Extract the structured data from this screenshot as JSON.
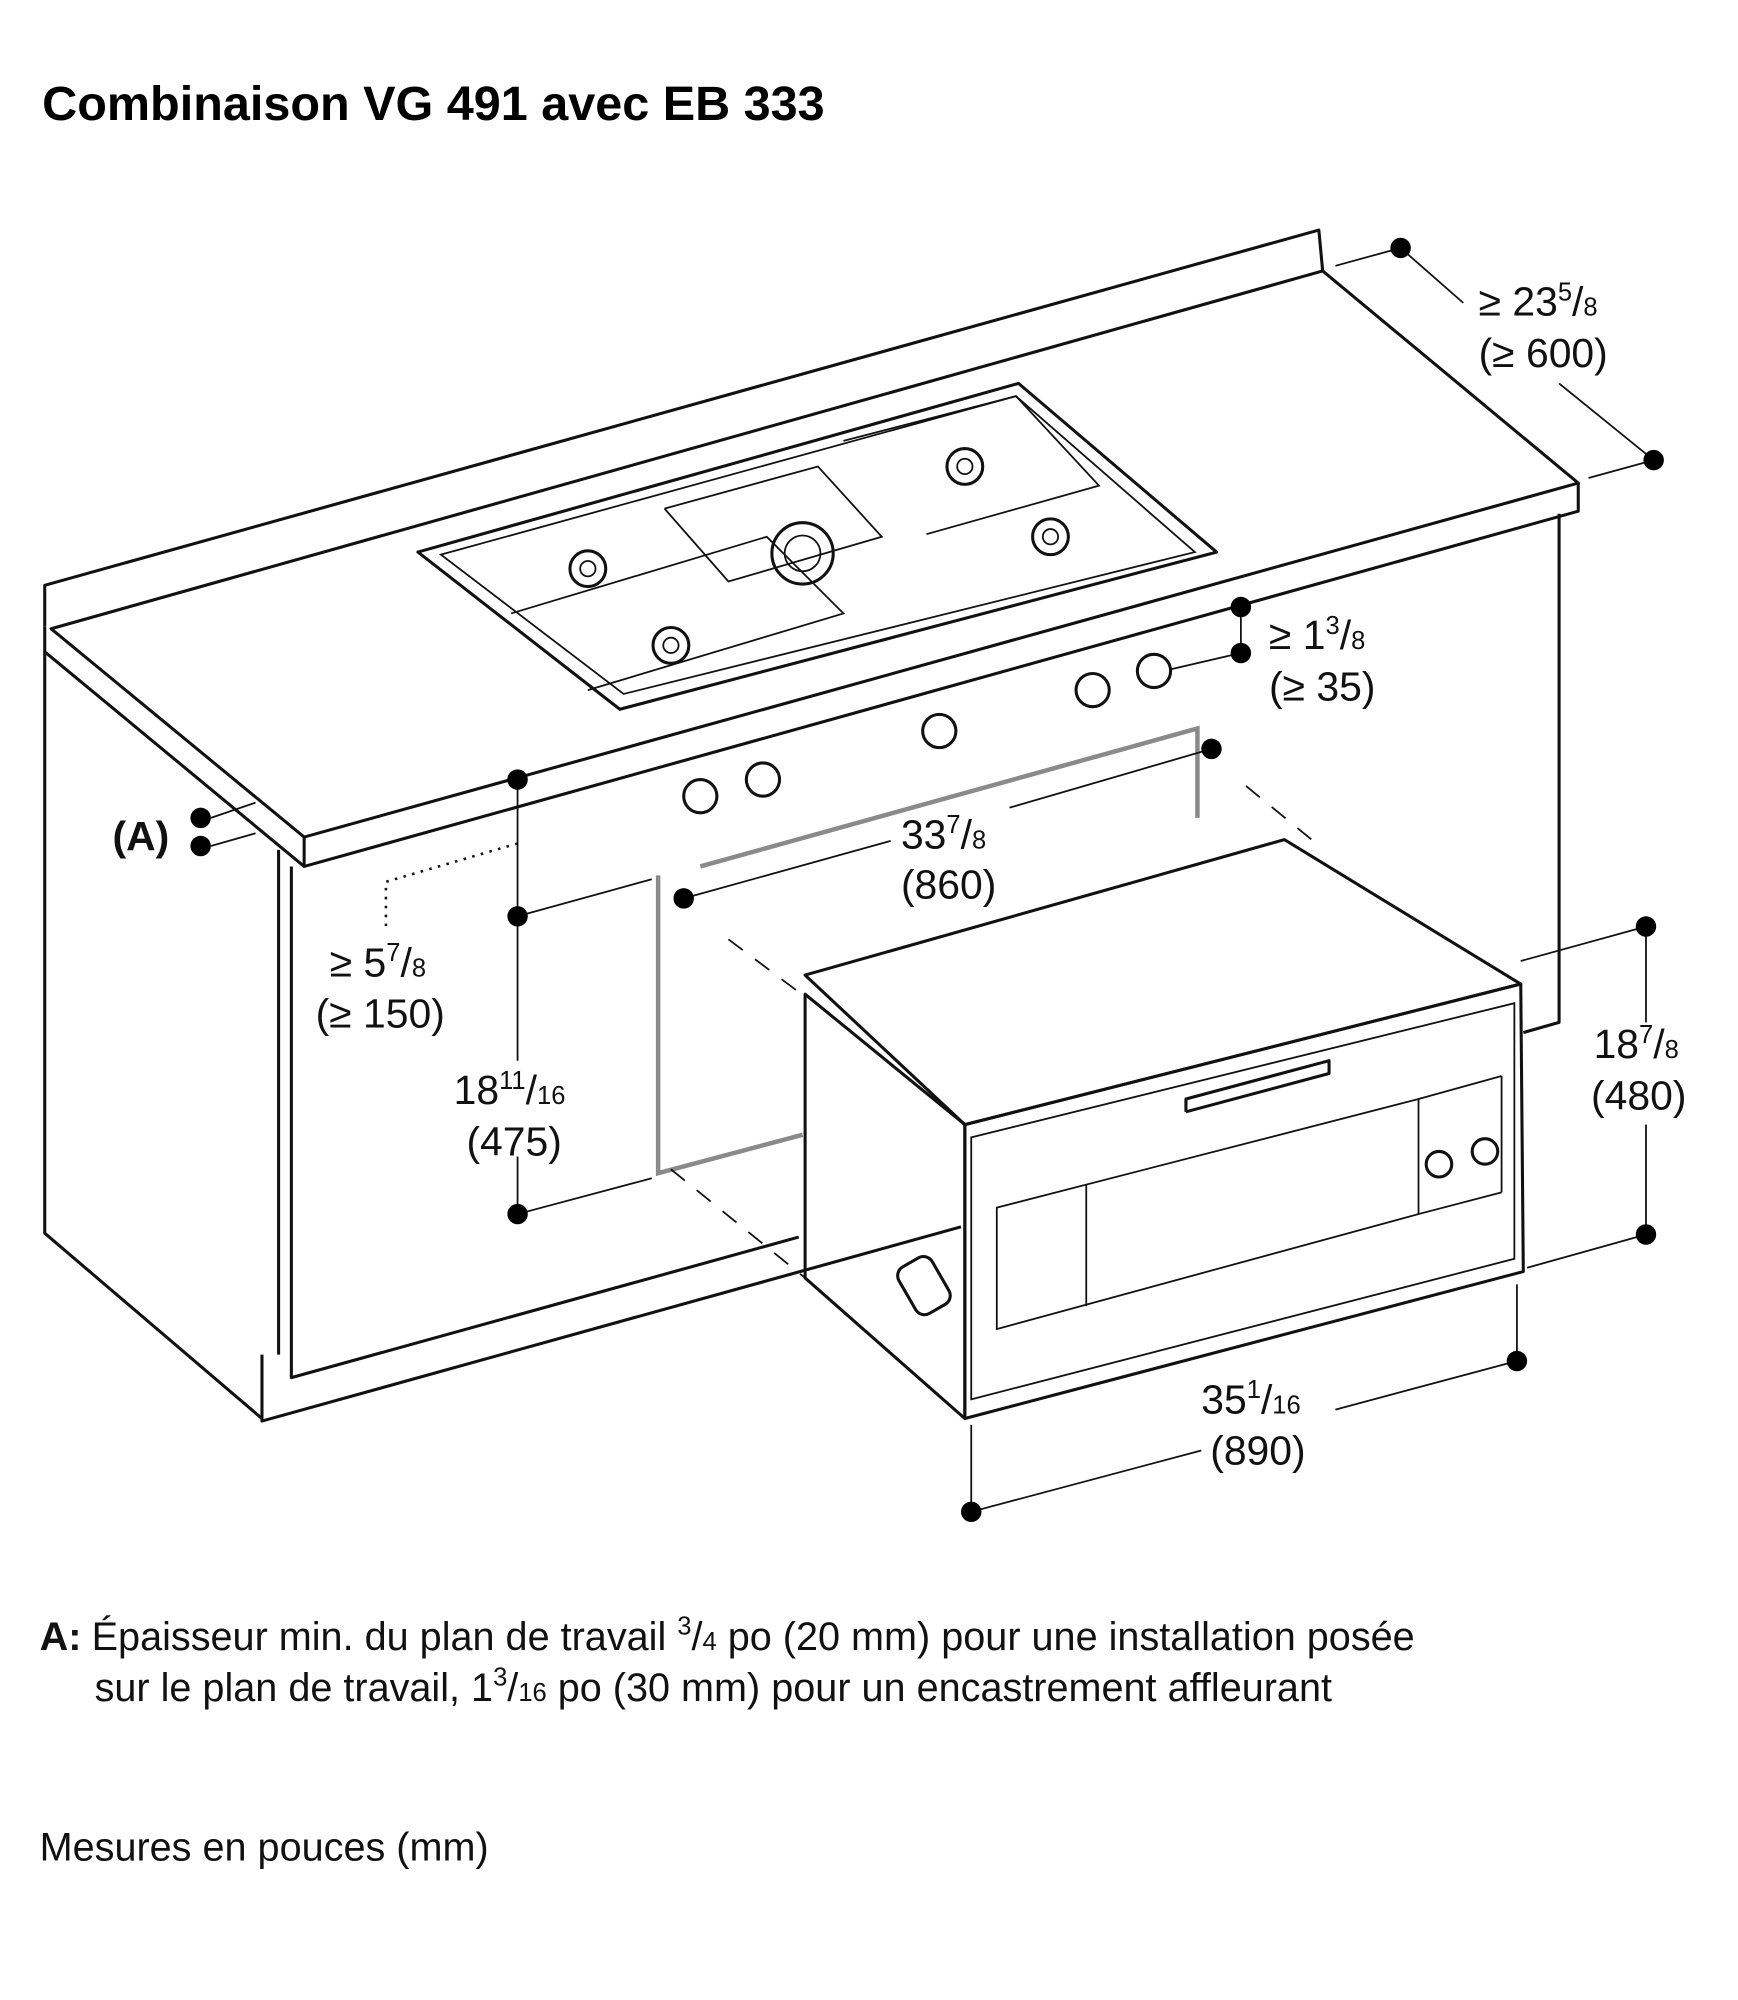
{
  "title": "Combinaison VG 491 avec EB 333",
  "dimensions": {
    "depth": {
      "prefix": "≥ 23",
      "num": "5",
      "slash": "/",
      "den": "8",
      "mm": "(≥ 600)"
    },
    "knob_gap": {
      "prefix": "≥ 1",
      "num": "3",
      "slash": "/",
      "den": "8",
      "mm": "(≥ 35)"
    },
    "cutout_width": {
      "prefix": "33",
      "num": "7",
      "slash": "/",
      "den": "8",
      "mm": "(860)"
    },
    "clearance": {
      "prefix": "≥ 5",
      "num": "7",
      "slash": "/",
      "den": "8",
      "mm": "(≥ 150)"
    },
    "cutout_height": {
      "prefix": "18",
      "num": "11",
      "slash": "/",
      "den": "16",
      "mm": "(475)"
    },
    "oven_height": {
      "prefix": "18",
      "num": "7",
      "slash": "/",
      "den": "8",
      "mm": "(480)"
    },
    "oven_width": {
      "prefix": "35",
      "num": "1",
      "slash": "/",
      "den": "16",
      "mm": "(890)"
    }
  },
  "label_a": "(A)",
  "footnote": {
    "key": "A:",
    "line1_a": "Épaisseur min. du plan de travail ",
    "line1_num": "3",
    "line1_slash": "/",
    "line1_den": "4",
    "line1_b": " po (20 mm) pour une installation posée",
    "line2_a": "sur le plan de travail, 1",
    "line2_num": "3",
    "line2_slash": "/",
    "line2_den": "16",
    "line2_b": " po (30 mm) pour un encastrement affleurant"
  },
  "units_note": "Mesures en pouces (mm)"
}
